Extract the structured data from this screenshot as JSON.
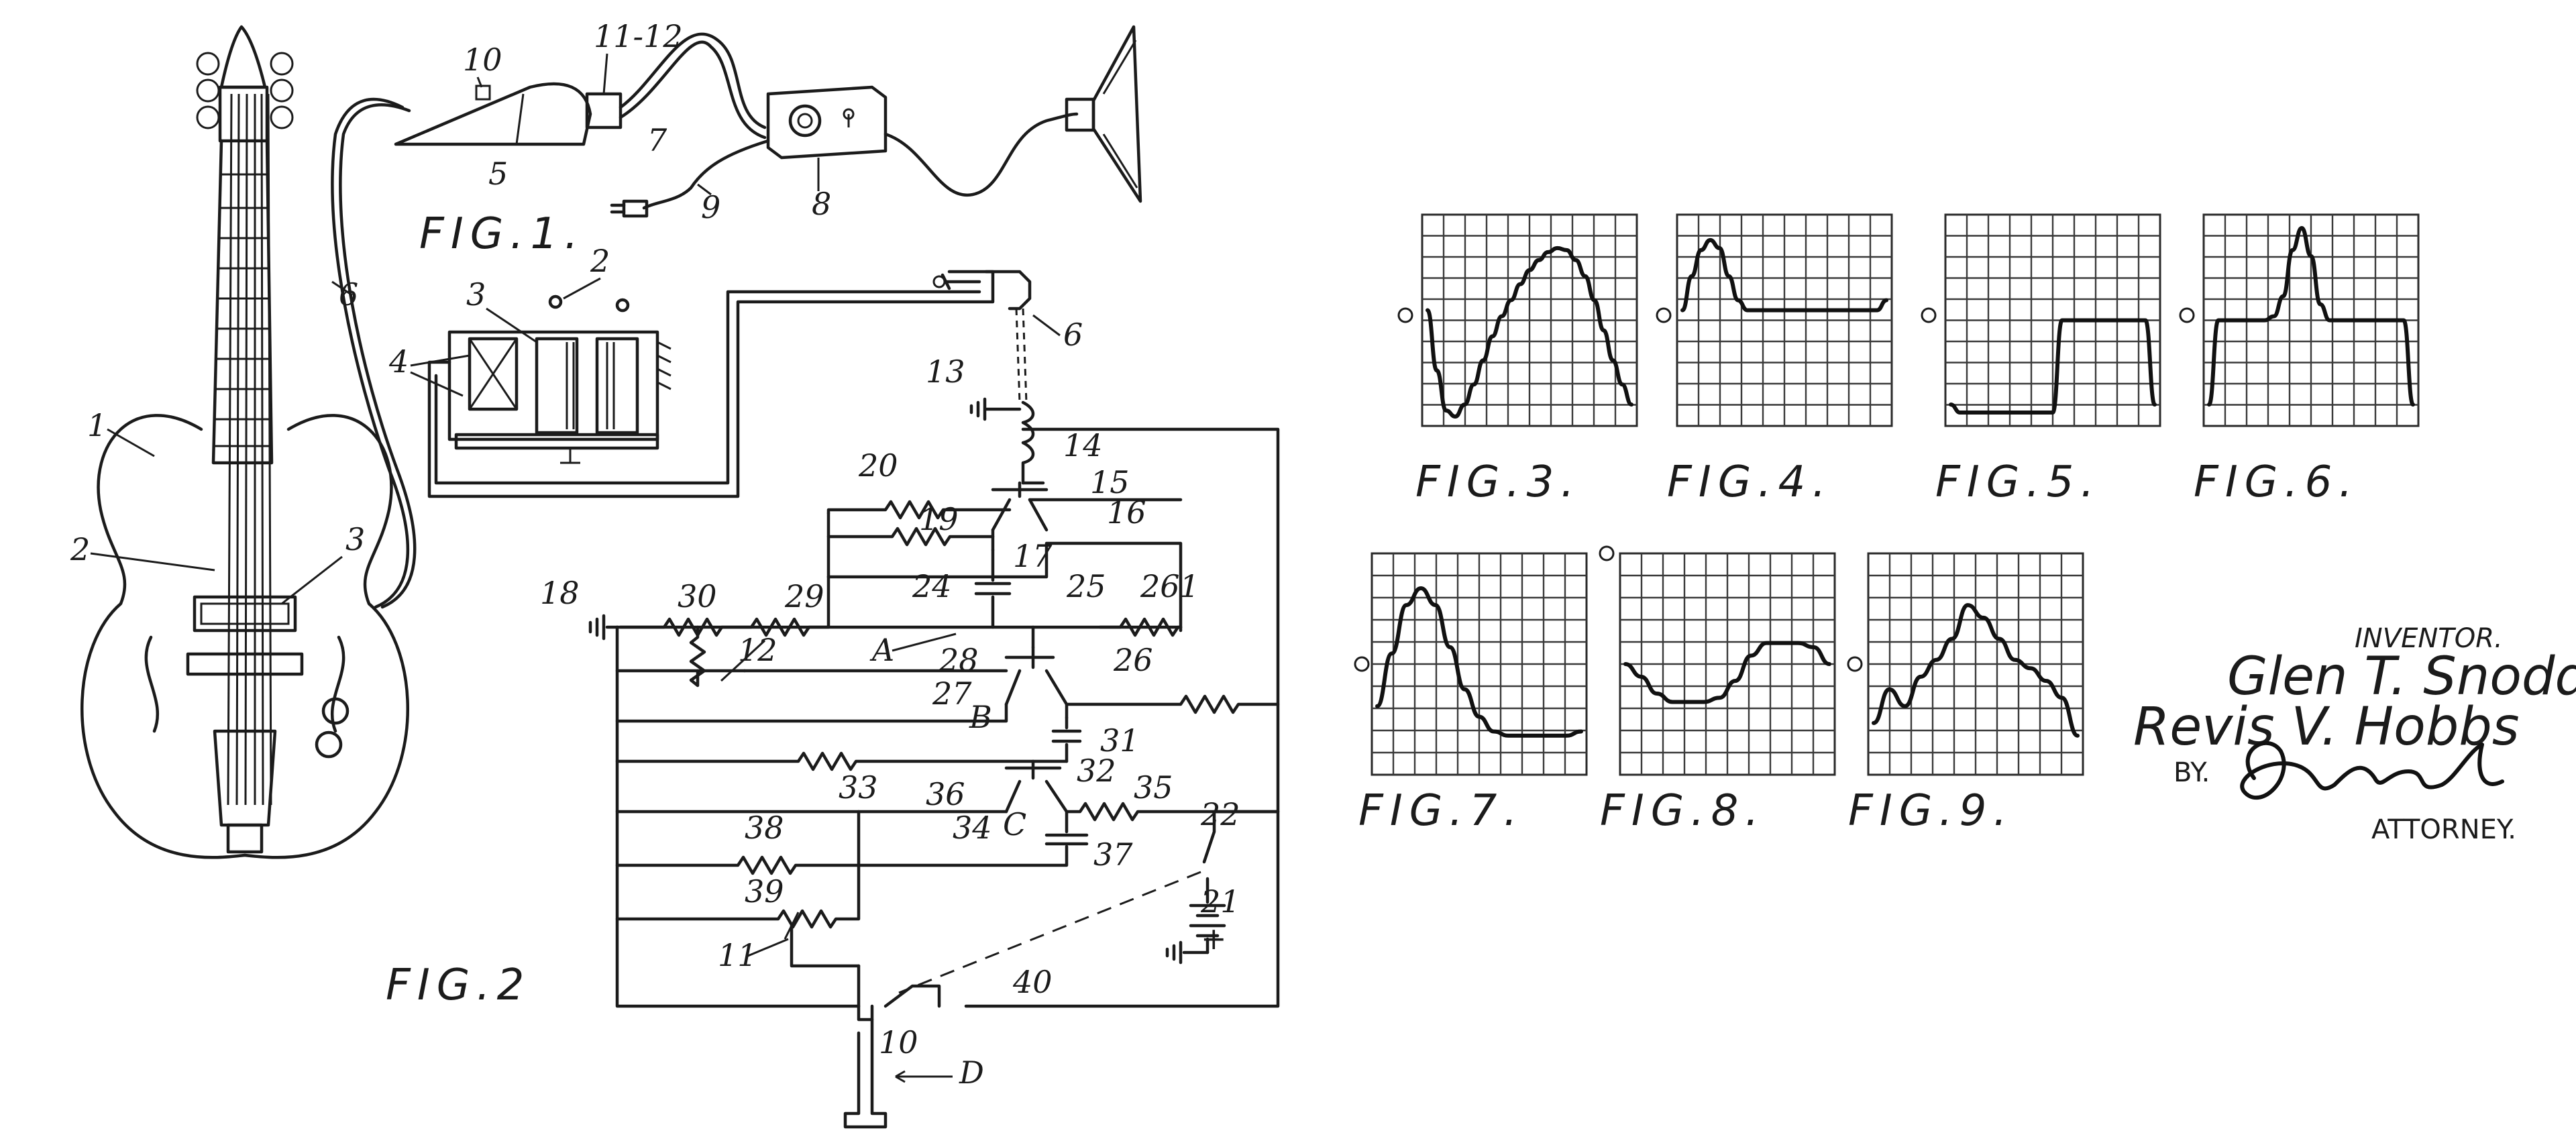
{
  "figures": {
    "fig1": "FIG.1.",
    "fig2": "FIG.2",
    "fig3": "FIG.3.",
    "fig4": "FIG.4.",
    "fig5": "FIG.5.",
    "fig6": "FIG.6.",
    "fig7": "FIG.7.",
    "fig8": "FIG.8.",
    "fig9": "FIG.9."
  },
  "inventor": {
    "heading": "INVENTOR.",
    "name1": "Glen T. Snoddy",
    "name2": "Revis V. Hobbs",
    "by": "BY.",
    "signature": "O.M. Earl",
    "attorney": "ATTORNEY."
  },
  "fig1_labels": {
    "guitar_body": "1",
    "strings": "2",
    "pickup": "3",
    "pickup_b": "2",
    "pickup_c": "3",
    "coil": "4",
    "pedal": "5",
    "cable_a": "6",
    "cable_b": "7",
    "amplifier": "8",
    "power_cord": "9",
    "pedal_switch": "10",
    "pedal_jack": "11-12"
  },
  "fig2_labels": {
    "cable": "6",
    "ground_a": "13",
    "n14": "14",
    "n15": "15",
    "n16": "16",
    "n17": "17",
    "ground_b": "18",
    "n19": "19",
    "n20": "20",
    "n21": "21",
    "n22": "22",
    "n24": "24",
    "n25": "25",
    "n26": "26",
    "n261": "261",
    "n27": "27",
    "n28": "28",
    "n29": "29",
    "n30": "30",
    "n31": "31",
    "n32": "32",
    "n33": "33",
    "n34": "34",
    "n35": "35",
    "n36": "36",
    "n37": "37",
    "n38": "38",
    "n39": "39",
    "n40": "40",
    "n11": "11",
    "n12": "12",
    "n10": "10",
    "point_a": "A",
    "point_b": "B",
    "point_c": "C",
    "point_d": "D",
    "plus": "+"
  },
  "waveforms": [
    {
      "fig": "FIG.3",
      "samples": [
        0.55,
        0.25,
        0.05,
        0.02,
        0.08,
        0.18,
        0.3,
        0.42,
        0.52,
        0.6,
        0.68,
        0.75,
        0.8,
        0.84,
        0.86,
        0.85,
        0.8,
        0.72,
        0.6,
        0.45,
        0.3,
        0.18,
        0.08
      ]
    },
    {
      "fig": "FIG.4",
      "samples": [
        0.55,
        0.72,
        0.85,
        0.9,
        0.86,
        0.72,
        0.6,
        0.55,
        0.55,
        0.55,
        0.55,
        0.55,
        0.55,
        0.55,
        0.55,
        0.55,
        0.55,
        0.55,
        0.55,
        0.55,
        0.55,
        0.55,
        0.6
      ]
    },
    {
      "fig": "FIG.5",
      "samples": [
        0.08,
        0.04,
        0.04,
        0.04,
        0.04,
        0.04,
        0.04,
        0.04,
        0.04,
        0.04,
        0.04,
        0.04,
        0.5,
        0.5,
        0.5,
        0.5,
        0.5,
        0.5,
        0.5,
        0.5,
        0.5,
        0.5,
        0.08
      ]
    },
    {
      "fig": "FIG.6",
      "samples": [
        0.08,
        0.5,
        0.5,
        0.5,
        0.5,
        0.5,
        0.5,
        0.52,
        0.62,
        0.85,
        0.96,
        0.82,
        0.58,
        0.5,
        0.5,
        0.5,
        0.5,
        0.5,
        0.5,
        0.5,
        0.5,
        0.5,
        0.08
      ]
    },
    {
      "fig": "FIG.7",
      "samples": [
        0.3,
        0.55,
        0.78,
        0.86,
        0.78,
        0.58,
        0.38,
        0.25,
        0.18,
        0.16,
        0.16,
        0.16,
        0.16,
        0.16,
        0.18
      ]
    },
    {
      "fig": "FIG.8",
      "samples": [
        0.5,
        0.44,
        0.36,
        0.32,
        0.32,
        0.32,
        0.34,
        0.42,
        0.54,
        0.6,
        0.6,
        0.6,
        0.58,
        0.5
      ]
    },
    {
      "fig": "FIG.9",
      "samples": [
        0.22,
        0.38,
        0.3,
        0.44,
        0.52,
        0.62,
        0.78,
        0.72,
        0.62,
        0.52,
        0.48,
        0.42,
        0.34,
        0.16
      ]
    }
  ]
}
